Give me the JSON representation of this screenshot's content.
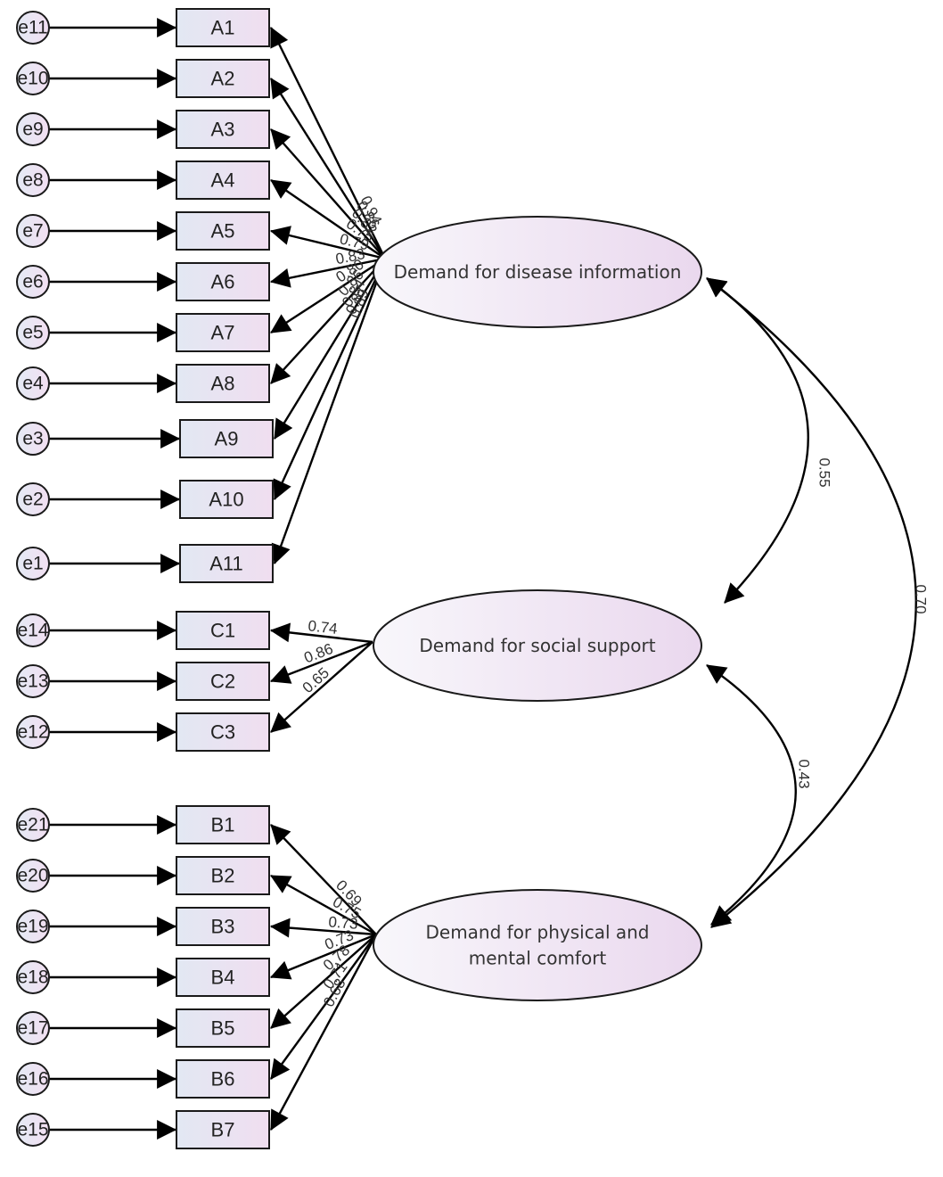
{
  "colors": {
    "box_fill_left": "#e2e8f3",
    "box_fill_right": "#f0def0",
    "latent_fill_left": "#f7f5fa",
    "latent_fill_right": "#ecdcf0",
    "stroke": "#000000"
  },
  "latents": {
    "A": {
      "label": "Demand for disease information",
      "lines": [
        "Demand for disease information"
      ]
    },
    "C": {
      "label": "Demand for social support",
      "lines": [
        "Demand for social support"
      ]
    },
    "B": {
      "label": "Demand for physical and mental comfort",
      "lines": [
        "Demand for physical and",
        "mental comfort"
      ]
    }
  },
  "indicators": [
    {
      "id": "A1",
      "error": "e11",
      "latent": "A",
      "loading": "0.94"
    },
    {
      "id": "A2",
      "error": "e10",
      "latent": "A",
      "loading": "0.86"
    },
    {
      "id": "A3",
      "error": "e9",
      "latent": "A",
      "loading": "0.82"
    },
    {
      "id": "A4",
      "error": "e8",
      "latent": "A",
      "loading": "0.75"
    },
    {
      "id": "A5",
      "error": "e7",
      "latent": "A",
      "loading": "0.79"
    },
    {
      "id": "A6",
      "error": "e6",
      "latent": "A",
      "loading": "0.83"
    },
    {
      "id": "A7",
      "error": "e5",
      "latent": "A",
      "loading": "0.80"
    },
    {
      "id": "A8",
      "error": "e4",
      "latent": "A",
      "loading": "0.86"
    },
    {
      "id": "A9",
      "error": "e3",
      "latent": "A",
      "loading": "0.84"
    },
    {
      "id": "A10",
      "error": "e2",
      "latent": "A",
      "loading": "0.87"
    },
    {
      "id": "A11",
      "error": "e1",
      "latent": "A",
      "loading": "0.89"
    },
    {
      "id": "C1",
      "error": "e14",
      "latent": "C",
      "loading": "0.74"
    },
    {
      "id": "C2",
      "error": "e13",
      "latent": "C",
      "loading": "0.86"
    },
    {
      "id": "C3",
      "error": "e12",
      "latent": "C",
      "loading": "0.65"
    },
    {
      "id": "B1",
      "error": "e21",
      "latent": "B",
      "loading": "0.69"
    },
    {
      "id": "B2",
      "error": "e20",
      "latent": "B",
      "loading": "0.75"
    },
    {
      "id": "B3",
      "error": "e19",
      "latent": "B",
      "loading": "0.73"
    },
    {
      "id": "B4",
      "error": "e18",
      "latent": "B",
      "loading": "0.73"
    },
    {
      "id": "B5",
      "error": "e17",
      "latent": "B",
      "loading": "0.78"
    },
    {
      "id": "B6",
      "error": "e16",
      "latent": "B",
      "loading": "0.71"
    },
    {
      "id": "B7",
      "error": "e15",
      "latent": "B",
      "loading": "0.68"
    }
  ],
  "correlations": [
    {
      "from": "A",
      "to": "C",
      "value": "0.55"
    },
    {
      "from": "C",
      "to": "B",
      "value": "0.43"
    },
    {
      "from": "A",
      "to": "B",
      "value": "0.70"
    }
  ]
}
